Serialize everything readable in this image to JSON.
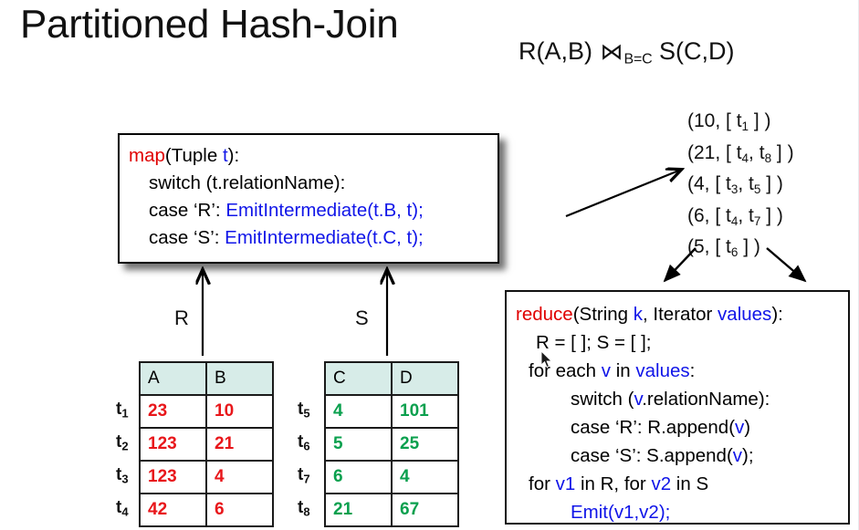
{
  "slide": {
    "title": "Partitioned Hash-Join",
    "join_expression": {
      "left_relation": "R(A,B)",
      "operator": "⋈",
      "condition": "B=C",
      "right_relation": "S(C,D)",
      "full_text": "R(A,B) ⋈B=C S(C,D)"
    }
  },
  "map_box": {
    "name": "map",
    "lines": [
      {
        "kw": "map",
        "rest": "(Tuple ",
        "var": "t",
        "tail": "):"
      },
      {
        "indent": 1,
        "text": "switch (t.relationName):"
      },
      {
        "indent": 1,
        "prefix": "case ‘R’: ",
        "call": "EmitIntermediate(t.B, t);"
      },
      {
        "indent": 1,
        "prefix": "case ‘S’: ",
        "call": "EmitIntermediate(t.C, t);"
      }
    ],
    "line1_kw": "map",
    "line1_mid": "(Tuple ",
    "line1_var": "t",
    "line1_tail": "):",
    "line2": "switch (t.relationName):",
    "line3_prefix": "case ‘R’: ",
    "line3_call": "EmitIntermediate(t.B, t);",
    "line4_prefix": "case ‘S’: ",
    "line4_call": "EmitIntermediate(t.C, t);"
  },
  "reduce_box": {
    "name": "reduce",
    "line1_kw": "reduce",
    "line1_a": "(String ",
    "line1_k": "k",
    "line1_b": ", Iterator ",
    "line1_values": "values",
    "line1_tail": "):",
    "line2": "R = [ ];  S = [ ];",
    "line3_a": "for each ",
    "line3_v": "v",
    "line3_b": " in ",
    "line3_values": "values",
    "line3_tail": ":",
    "line4_a": "switch (",
    "line4_v": "v",
    "line4_b": ".relationName):",
    "line5_a": "case ‘R’:   R.append(",
    "line5_v": "v",
    "line5_b": ")",
    "line6_a": "case ‘S’:   S.append(",
    "line6_v": "v",
    "line6_b": ");",
    "line7_a": "for ",
    "line7_v1": "v1",
    "line7_b": " in R, for ",
    "line7_v2": "v2",
    "line7_c": " in S",
    "line8_emit": "Emit(v1,v2);"
  },
  "intermediate_pairs": [
    {
      "key": "10",
      "values": [
        "t1"
      ],
      "text_key": "(10, [ t",
      "sub1": "1",
      "text_end": " ] )"
    },
    {
      "key": "21",
      "values": [
        "t4",
        "t8"
      ]
    },
    {
      "key": "4",
      "values": [
        "t3",
        "t5"
      ]
    },
    {
      "key": "6",
      "values": [
        "t4",
        "t7"
      ]
    },
    {
      "key": "5",
      "values": [
        "t6"
      ]
    }
  ],
  "pairs_lines": [
    "(10, [ t1 ] )",
    "(21, [ t4, t8 ] )",
    "(4, [ t3, t5 ] )",
    "(6, [ t4, t7 ] )",
    "(5, [ t6 ] )"
  ],
  "table_r": {
    "relation": "R",
    "arrow_label": "R",
    "headers": [
      "A",
      "B"
    ],
    "row_labels": [
      "t1",
      "t2",
      "t3",
      "t4"
    ],
    "rows": [
      [
        "23",
        "10"
      ],
      [
        "123",
        "21"
      ],
      [
        "123",
        "4"
      ],
      [
        "42",
        "6"
      ]
    ]
  },
  "table_s": {
    "relation": "S",
    "arrow_label": "S",
    "headers": [
      "C",
      "D"
    ],
    "row_labels": [
      "t5",
      "t6",
      "t7",
      "t8"
    ],
    "rows": [
      [
        "4",
        "101"
      ],
      [
        "5",
        "25"
      ],
      [
        "6",
        "4"
      ],
      [
        "21",
        "67"
      ]
    ]
  },
  "colors": {
    "keyword_red": "#e00000",
    "identifier_blue": "#1015e8",
    "r_value_red": "#e8161a",
    "s_value_green": "#0aa04e",
    "table_header_bg": "#d7ece8",
    "text_black": "#111111"
  }
}
